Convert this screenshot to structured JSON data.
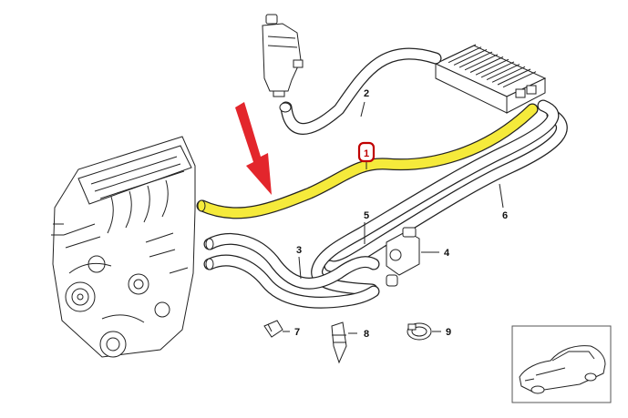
{
  "callouts": [
    {
      "id": "part-1",
      "text": "1",
      "highlighted": true
    },
    {
      "id": "part-2",
      "text": "2"
    },
    {
      "id": "part-3",
      "text": "3"
    },
    {
      "id": "part-4",
      "text": "4"
    },
    {
      "id": "part-5",
      "text": "5"
    },
    {
      "id": "part-6",
      "text": "6"
    },
    {
      "id": "part-7",
      "text": "7"
    },
    {
      "id": "part-8",
      "text": "8"
    },
    {
      "id": "part-9",
      "text": "9"
    }
  ],
  "colors": {
    "highlight_hose": "#f5ea3b",
    "arrow": "#e3262c",
    "callout_badge": "#c00000",
    "ink": "#222222"
  },
  "icons": {
    "pointer_arrow": "red-down-arrow-icon",
    "vehicle_thumbnail": "car-silhouette-icon"
  }
}
